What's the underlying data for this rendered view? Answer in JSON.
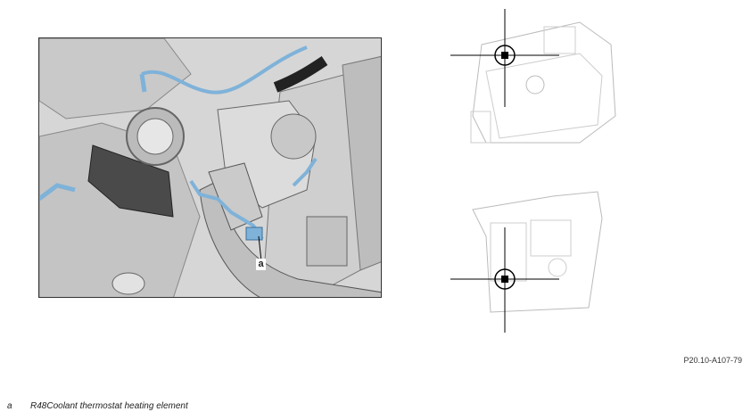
{
  "figure": {
    "callout": "a",
    "reference_code": "P20.10-A107-79"
  },
  "legend": [
    {
      "key": "a",
      "text": "R48Coolant thermostat heating element"
    }
  ],
  "colors": {
    "hose_blue": "#7fb2d9",
    "engine_grey": "#cfcfcf",
    "outline": "#555555"
  }
}
